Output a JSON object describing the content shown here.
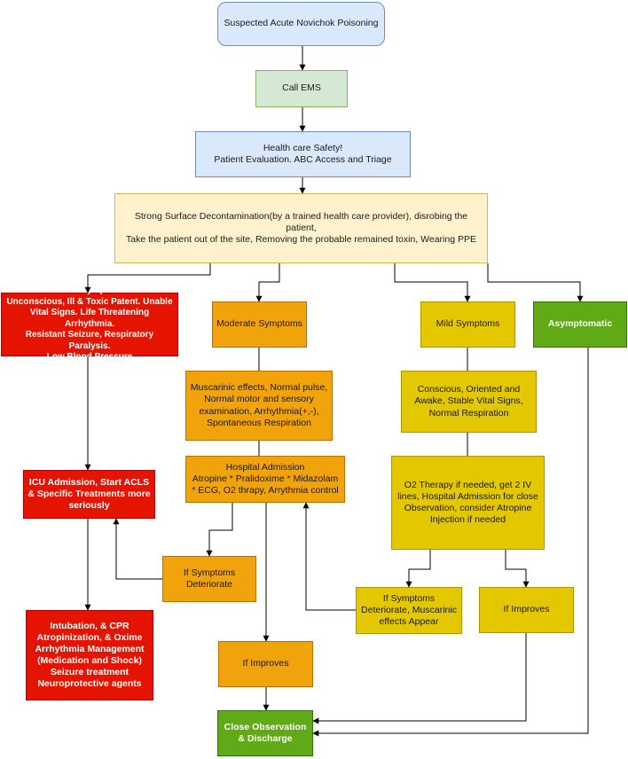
{
  "nodes": {
    "suspected": "Suspected Acute Novichok Poisoning",
    "call_ems": "Call EMS",
    "safety": "Health care Safety!\nPatient Evaluation. ABC Access and Triage",
    "decon": "Strong Surface Decontamination(by a trained health care provider), disrobing the patient,\nTake the patient out of the site, Removing the probable remained toxin, Wearing PPE",
    "severe": "Severe Symptoms:\nUnconscious, Ill & Toxic Patent. Unable Vital Signs. Life Threatening Arrhythmia.\nResistant Seizure, Respiratory Paralysis.\nLow Blood Pressure",
    "moderate": "Moderate Symptoms",
    "mild": "Mild Symptoms",
    "asymptomatic": "Asymptomatic",
    "muscarinic": "Muscarinic effects, Normal pulse, Normal motor and sensory examination, Arrhythmia(+,-), Spontaneous Respiration",
    "conscious": "Conscious, Oriented and Awake, Stable Vital Signs, Normal Respiration",
    "icu": "ICU Admission, Start ACLS & Specific Treatments more seriously",
    "hospital": "Hospital Admission\nAtropine * Pralidoxime * Midazolam * ECG, O2 thrapy, Arrythmia control",
    "o2": "O2 Therapy if needed, get 2 IV lines, Hospital Admission for close Observation, consider Atropine Injection if needed",
    "deteriorate_mod": "If Symptoms Deteriorate",
    "deteriorate_mild": "If Symptoms Deteriorate, Muscarinic effects Appear",
    "improves_mild": "If Improves",
    "intubation": "Intubation, & CPR\nAtropinization, & Oxime\nArrhythmia Management\n(Medication and Shock)\nSeizure treatment\nNeuroprotective agents",
    "improves_mod": "If Improves",
    "close_obs": "Close Observation & Discharge"
  },
  "colors": {
    "blue": "#dae8fc",
    "green": "#d5e8d4",
    "cream": "#fff2cc",
    "red": "#e51400",
    "orange": "#f0a30a",
    "yellow": "#e3c800",
    "dark_green": "#60a917"
  }
}
